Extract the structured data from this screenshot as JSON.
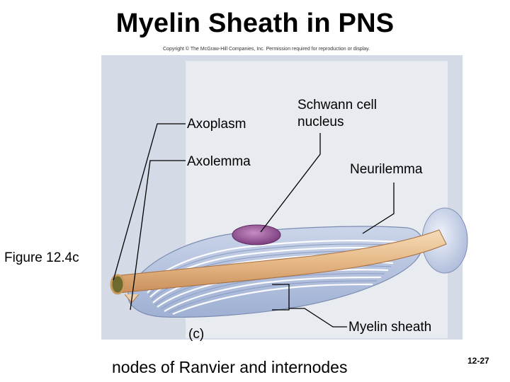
{
  "slide": {
    "title": "Myelin Sheath in PNS",
    "copyright": "Copyright © The McGraw-Hill Companies, Inc. Permission required for reproduction or display.",
    "figure_ref": "Figure 12.4c",
    "caption": "nodes of Ranvier and internodes",
    "slide_number": "12-27"
  },
  "figure": {
    "panel_label": "(c)",
    "labels": {
      "axoplasm": "Axoplasm",
      "axolemma": "Axolemma",
      "schwann_line1": "Schwann cell",
      "schwann_line2": "nucleus",
      "neurilemma": "Neurilemma",
      "myelin_sheath": "Myelin sheath"
    },
    "colors": {
      "panel_bg": "#d4dbe6",
      "inner_panel": "#e8ebf0",
      "schwann_cell": "#b7c4e0",
      "myelin_wrap": "#ffffff",
      "axon": "#e8bf8f",
      "nucleus": "#9a5a9b",
      "leader_line": "#000000"
    }
  }
}
